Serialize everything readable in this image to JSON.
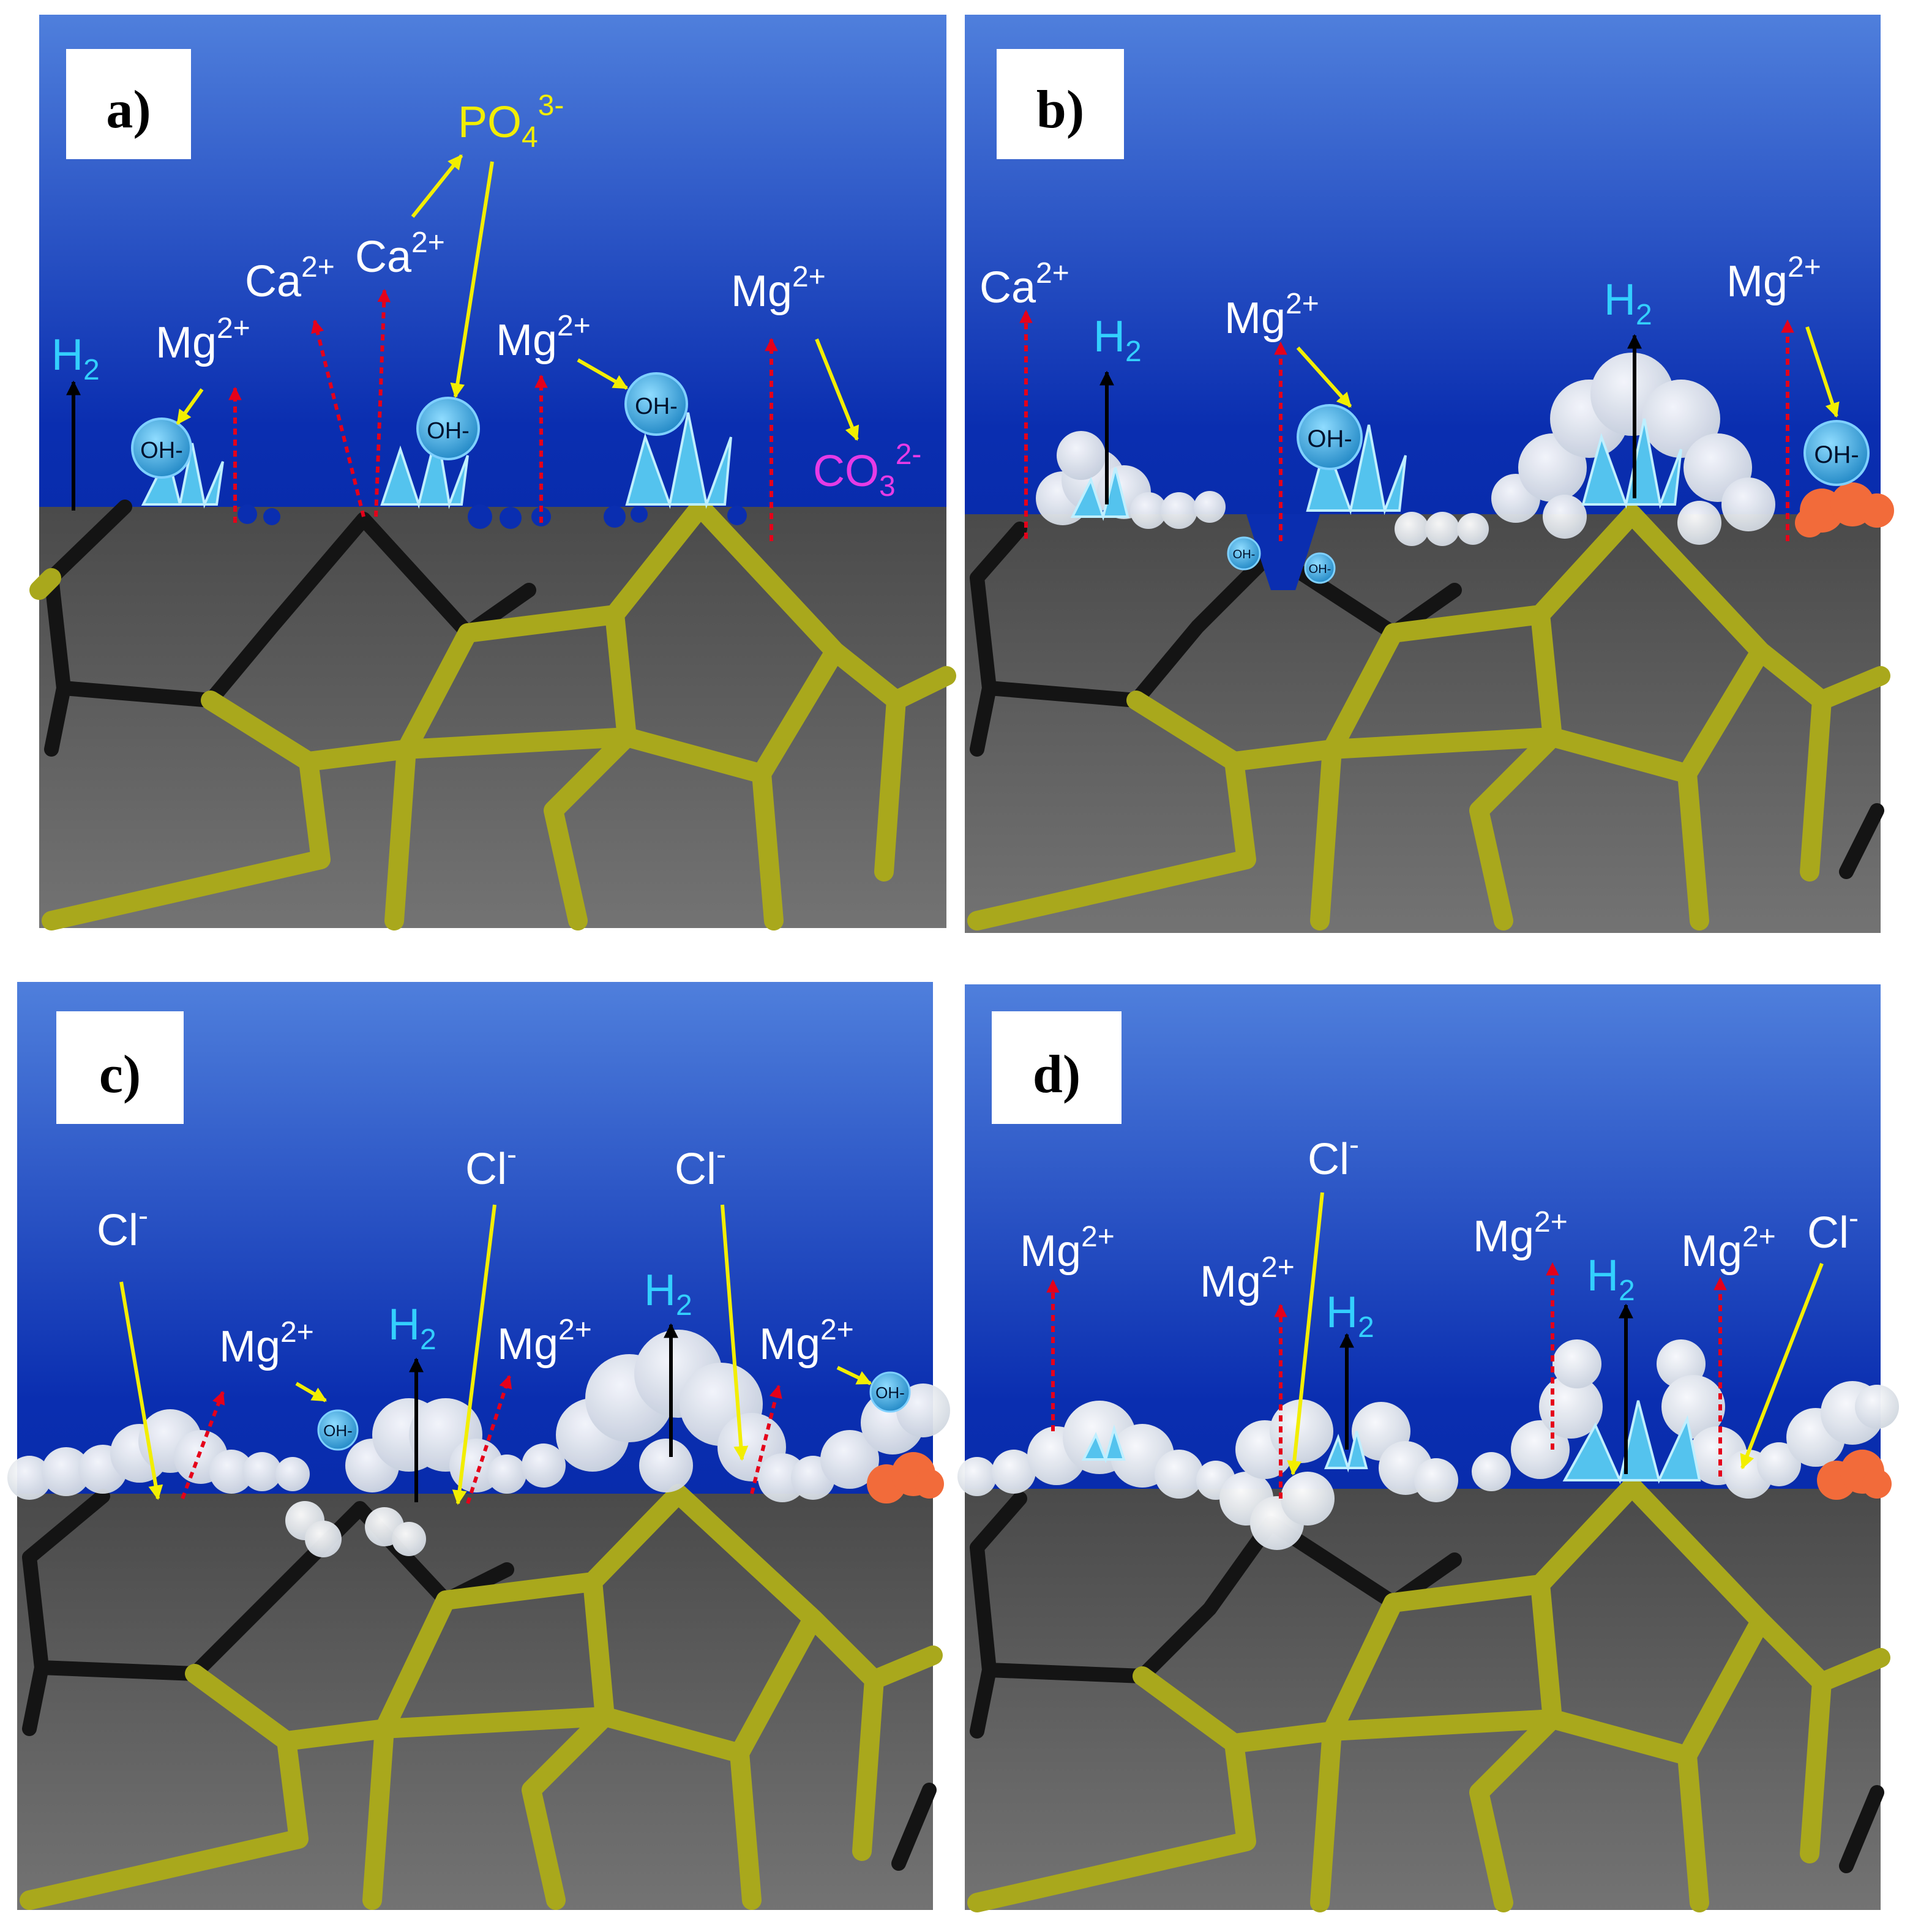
{
  "colors": {
    "solution_top": "#4f7fdc",
    "solution_bottom": "#00239c",
    "metal_top": "#4a4a4a",
    "metal_bottom": "#737373",
    "grain_boundary": "#a9a81c",
    "grain_dark": "#141414",
    "dissolution_arrow": "#e5001a",
    "reactant_arrow": "#f2ee00",
    "h2_arrow": "#000000",
    "h2_text": "#33d0ff",
    "ion_text": "#ffffff",
    "phosphate_text": "#f2ee00",
    "carbonate_text": "#e63be6",
    "hydroxide_bubble": "#2fa3dc",
    "crystal": "#54c3ee",
    "corrosion_product": "#f1f3f6",
    "orange_deposit": "#f26b3a",
    "label_box": "#ffffff"
  },
  "icons": {
    "hydroxide": "hydroxide-bubble-icon",
    "crystal": "crystal-cluster-icon",
    "product": "corrosion-product-cloud-icon",
    "deposit": "orange-deposit-icon"
  },
  "panels": [
    {
      "letter": "a)",
      "labels": {
        "h2": "H",
        "h2_sub": "2",
        "mg_left": "Mg",
        "mg_left_sup": "2+",
        "ca_left": "Ca",
        "ca_left_sup": "2+",
        "ca_right": "Ca",
        "ca_right_sup": "2+",
        "po4": "PO",
        "po4_sub": "4",
        "po4_sup": "3-",
        "mg_mid": "Mg",
        "mg_mid_sup": "2+",
        "mg_right": "Mg",
        "mg_right_sup": "2+",
        "co3": "CO",
        "co3_sub": "3",
        "co3_sup": "2-",
        "oh_1": "OH-",
        "oh_2": "OH-",
        "oh_3": "OH-"
      }
    },
    {
      "letter": "b)",
      "labels": {
        "ca": "Ca",
        "ca_sup": "2+",
        "h2_left": "H",
        "h2_left_sub": "2",
        "mg_mid": "Mg",
        "mg_mid_sup": "2+",
        "h2_right": "H",
        "h2_right_sub": "2",
        "mg_right": "Mg",
        "mg_right_sup": "2+",
        "oh_1": "OH-",
        "oh_2": "OH-",
        "oh_3": "OH-",
        "oh_4": "OH-"
      }
    },
    {
      "letter": "c)",
      "labels": {
        "cl_1": "Cl",
        "cl_1_sup": "-",
        "mg_1": "Mg",
        "mg_1_sup": "2+",
        "h2_1": "H",
        "h2_1_sub": "2",
        "cl_2": "Cl",
        "cl_2_sup": "-",
        "mg_2": "Mg",
        "mg_2_sup": "2+",
        "h2_2": "H",
        "h2_2_sub": "2",
        "cl_3": "Cl",
        "cl_3_sup": "-",
        "mg_3": "Mg",
        "mg_3_sup": "2+",
        "oh_1": "OH-",
        "oh_2": "OH-"
      }
    },
    {
      "letter": "d)",
      "labels": {
        "mg_1": "Mg",
        "mg_1_sup": "2+",
        "cl_1": "Cl",
        "cl_1_sup": "-",
        "mg_2": "Mg",
        "mg_2_sup": "2+",
        "h2_1": "H",
        "h2_1_sub": "2",
        "mg_3": "Mg",
        "mg_3_sup": "2+",
        "h2_2": "H",
        "h2_2_sub": "2",
        "mg_4": "Mg",
        "mg_4_sup": "2+",
        "cl_2": "Cl",
        "cl_2_sup": "-"
      }
    }
  ]
}
